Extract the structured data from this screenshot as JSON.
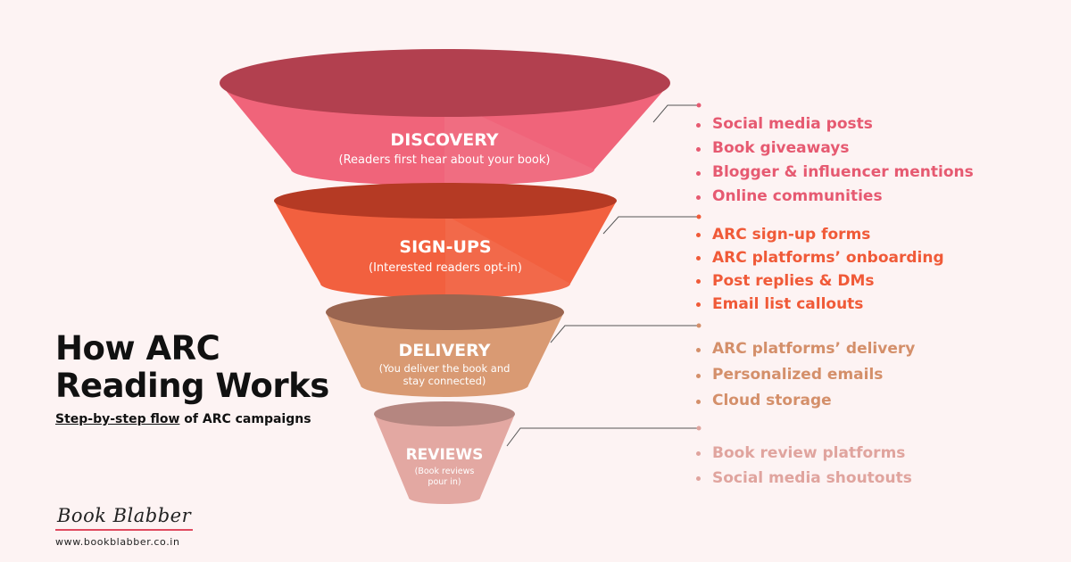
{
  "title": {
    "line1": "How ARC",
    "line2": "Reading Works"
  },
  "subtitle": {
    "underlined": "Step-by-step flow",
    "rest": "of ARC campaigns"
  },
  "brand": {
    "logo": "Book Blabber",
    "url": "www.bookblabber.co.in"
  },
  "colors": {
    "background": "#fdf3f3",
    "discovery": "#ec5a70",
    "signups": "#f0583a",
    "delivery": "#d99a73",
    "reviews": "#e3a8a2",
    "accent": "#e04a5f"
  },
  "stages": [
    {
      "title": "DISCOVERY",
      "sub1": "(Readers first hear about your book)",
      "sub2": "",
      "items": [
        "Social media posts",
        "Book giveaways",
        "Blogger & influencer mentions",
        "Online communities"
      ]
    },
    {
      "title": "SIGN-UPS",
      "sub1": "(Interested readers opt-in)",
      "sub2": "",
      "items": [
        "ARC sign-up forms",
        "ARC platforms’ onboarding",
        "Post replies & DMs",
        "Email list callouts"
      ]
    },
    {
      "title": "DELIVERY",
      "sub1": "(You deliver the book and",
      "sub2": "stay connected)",
      "items": [
        "ARC platforms’ delivery",
        "Personalized emails",
        "Cloud storage"
      ]
    },
    {
      "title": "REVIEWS",
      "sub1": "(Book reviews",
      "sub2": "pour in)",
      "items": [
        "Book review platforms",
        "Social media shoutouts"
      ]
    }
  ]
}
